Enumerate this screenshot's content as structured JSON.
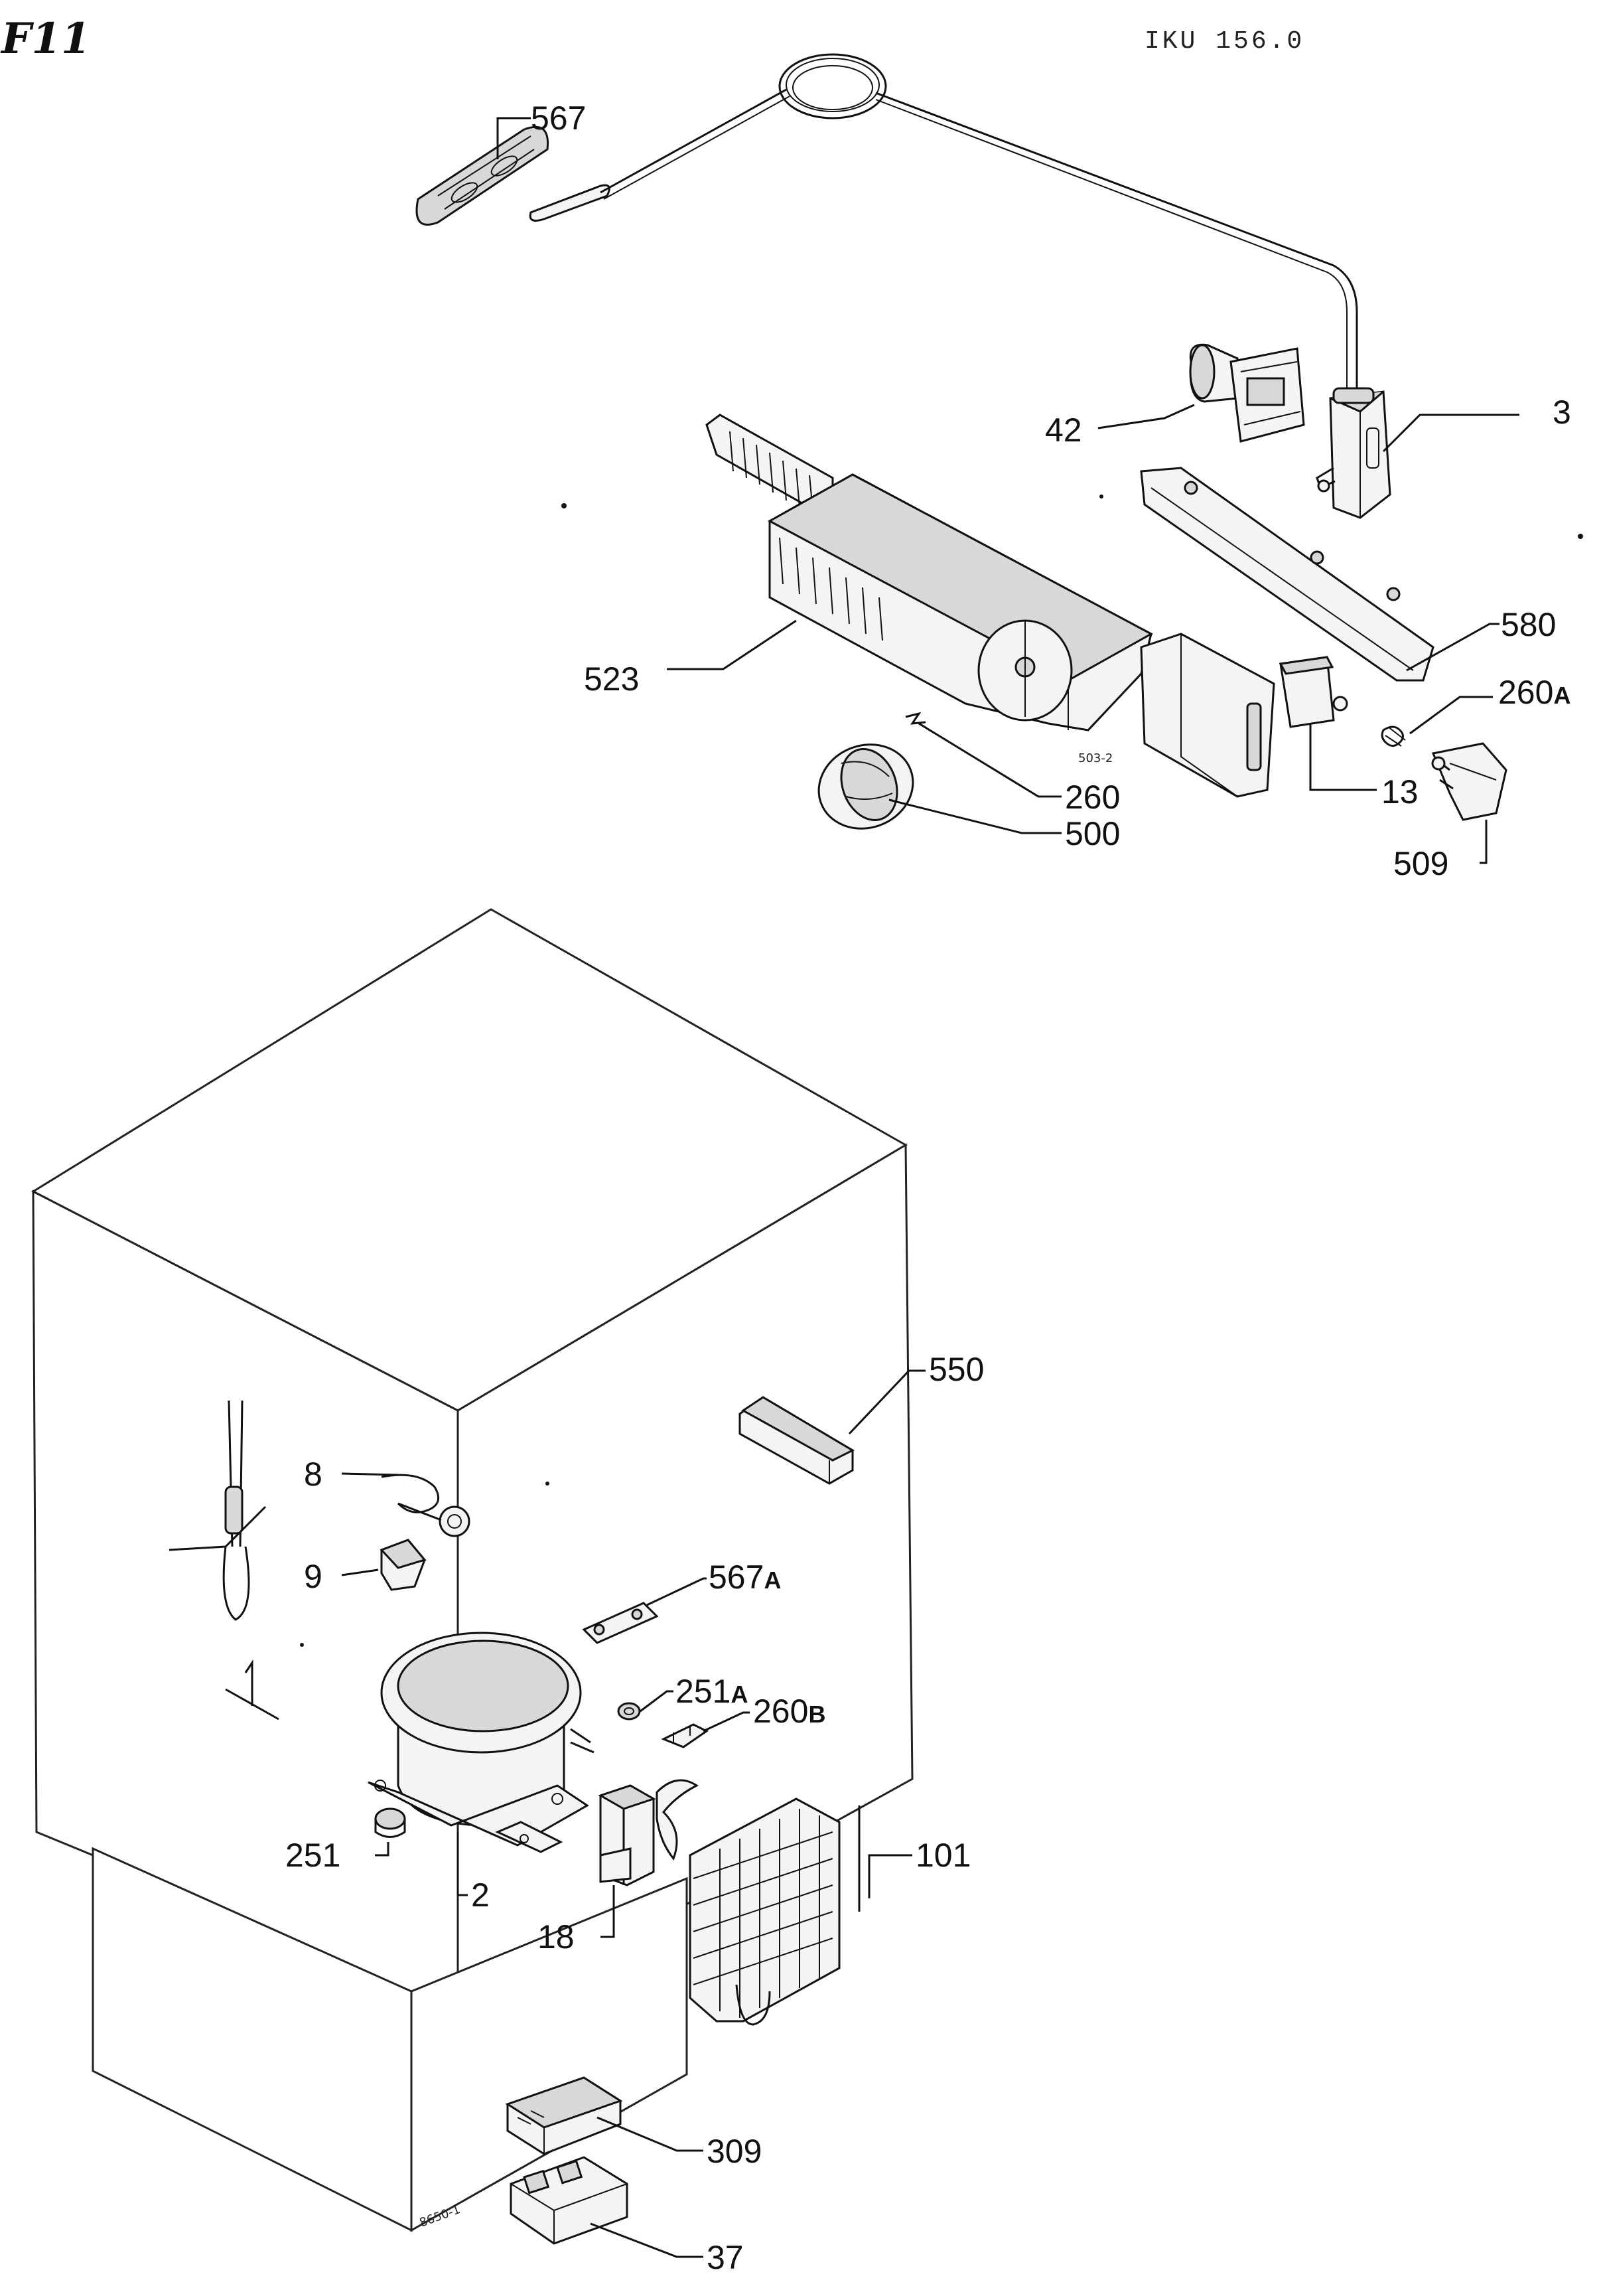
{
  "header": {
    "stamp": "F11",
    "model_code": "IKU 156.0"
  },
  "callouts": {
    "c567": "567",
    "c3": "3",
    "c42": "42",
    "c580": "580",
    "c523": "523",
    "c260A": "260",
    "c260A_sub": "A",
    "c260": "260",
    "c500": "500",
    "c13": "13",
    "c509": "509",
    "c550": "550",
    "c8": "8",
    "c9": "9",
    "c567A": "567",
    "c567A_sub": "A",
    "c251A": "251",
    "c251A_sub": "A",
    "c260B": "260",
    "c260B_sub": "B",
    "c251": "251",
    "c2": "2",
    "c101": "101",
    "c18": "18",
    "c309": "309",
    "c37": "37"
  },
  "drawing_marks": {
    "mark_top": "503-2",
    "mark_bottom": "8650-1"
  }
}
